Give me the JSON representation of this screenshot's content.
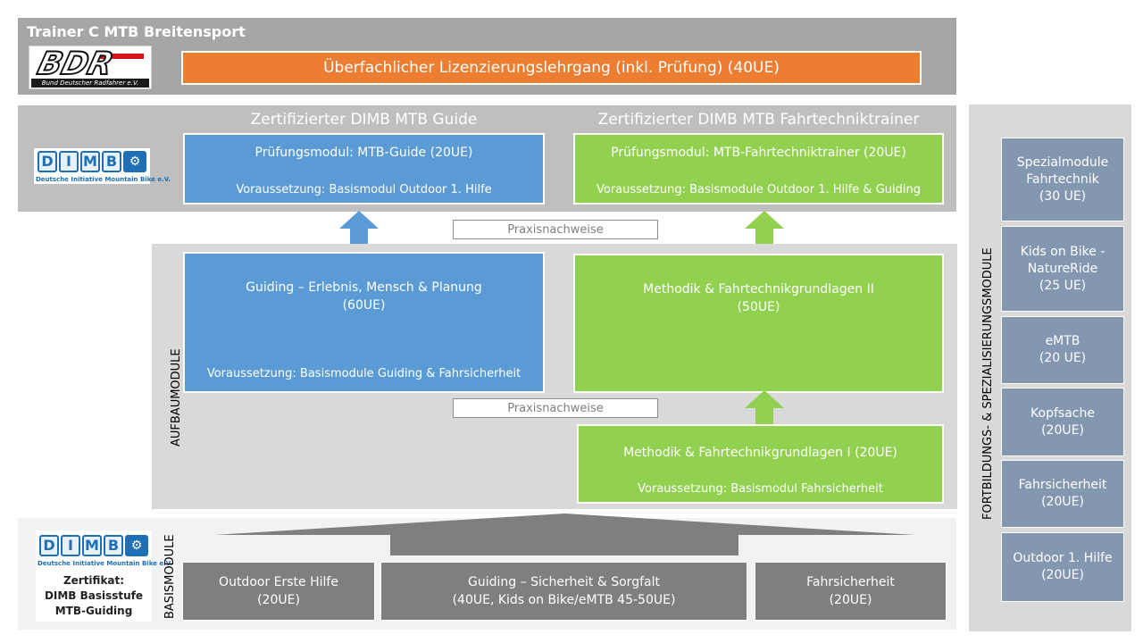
{
  "top": {
    "title": "Trainer C MTB Breitensport",
    "bdr_logo": {
      "letters": "BDR",
      "subtitle": "Bund Deutscher Radfahrer e.V."
    },
    "orange_box": "Überfachlicher Lizenzierungslehrgang (inkl. Prüfung) (40UE)"
  },
  "dimb_logo": {
    "letters": [
      "D",
      "I",
      "M",
      "B"
    ],
    "subtitle": "Deutsche Initiative Mountain Bike e.V."
  },
  "certified": {
    "guide_title": "Zertifizierter DIMB MTB Guide",
    "fahrtechnik_title": "Zertifizierter DIMB MTB Fahrtechniktrainer",
    "exam_guide": {
      "title": "Prüfungsmodul: MTB-Guide (20UE)",
      "requirement": "Voraussetzung: Basismodul Outdoor 1. Hilfe"
    },
    "exam_fahr": {
      "title": "Prüfungsmodul: MTB-Fahrtechniktrainer (20UE)",
      "requirement": "Voraussetzung: Basismodule Outdoor 1. Hilfe & Guiding"
    }
  },
  "praxis_label": "Praxisnachweise",
  "aufbau": {
    "label": "AUFBAUMODULE",
    "guiding": {
      "title_line1": "Guiding – Erlebnis, Mensch & Planung",
      "title_line2": "(60UE)",
      "requirement": "Voraussetzung: Basismodule Guiding & Fahrsicherheit"
    },
    "methodik2": {
      "title_line1": "Methodik & Fahrtechnikgrundlagen II",
      "title_line2": "(50UE)"
    },
    "methodik1": {
      "title": "Methodik & Fahrtechnikgrundlagen I (20UE)",
      "requirement": "Voraussetzung: Basismodul Fahrsicherheit"
    }
  },
  "basis": {
    "label": "BASISMODULE",
    "certificate": {
      "line1": "Zertifikat:",
      "line2": "DIMB Basisstufe",
      "line3": "MTB-Guiding"
    },
    "outdoor": {
      "line1": "Outdoor Erste Hilfe",
      "line2": "(20UE)"
    },
    "guiding": {
      "line1": "Guiding – Sicherheit & Sorgfalt",
      "line2": "(40UE, Kids on Bike/eMTB 45-50UE)"
    },
    "fahrsicherheit": {
      "line1": "Fahrsicherheit",
      "line2": "(20UE)"
    }
  },
  "right": {
    "label": "FORTBILDUNGS- & SPEZIALISIERUNGSMODULE",
    "modules": [
      {
        "line1": "Spezialmodule",
        "line2": "Fahrtechnik",
        "line3": "(30 UE)"
      },
      {
        "line1": "Kids on Bike -",
        "line2": "NatureRide",
        "line3": "(25 UE)"
      },
      {
        "line1": "eMTB",
        "line2": "(20 UE)"
      },
      {
        "line1": "Kopfsache",
        "line2": "(20UE)"
      },
      {
        "line1": "Fahrsicherheit",
        "line2": "(20UE)"
      },
      {
        "line1": "Outdoor 1. Hilfe",
        "line2": "(20UE)"
      }
    ]
  },
  "colors": {
    "blue": "#5b9bd5",
    "green": "#92d050",
    "orange": "#ed7d31",
    "dark_gray": "#7f7f7f",
    "slate_blue": "#8497b0"
  }
}
